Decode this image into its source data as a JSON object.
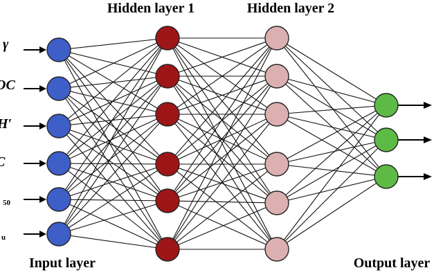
{
  "diagram": {
    "layers": [
      {
        "id": "input",
        "title": "Input layer",
        "node_count": 6,
        "color": "#3f5fc8"
      },
      {
        "id": "hidden1",
        "title": "Hidden layer 1",
        "node_count": 6,
        "color": "#9e1518"
      },
      {
        "id": "hidden2",
        "title": "Hidden layer 2",
        "node_count": 6,
        "color": "#dcb0b0"
      },
      {
        "id": "output",
        "title": "Output layer",
        "node_count": 3,
        "color": "#5dbb45"
      }
    ],
    "input_labels": [
      {
        "main": "γ"
      },
      {
        "main": "OC"
      },
      {
        "main": "H′"
      },
      {
        "main": "C"
      },
      {
        "main": "",
        "sub": "50"
      },
      {
        "main": "",
        "sub": "u"
      }
    ],
    "connectivity": "fully-connected",
    "edge_color": "#111111"
  }
}
